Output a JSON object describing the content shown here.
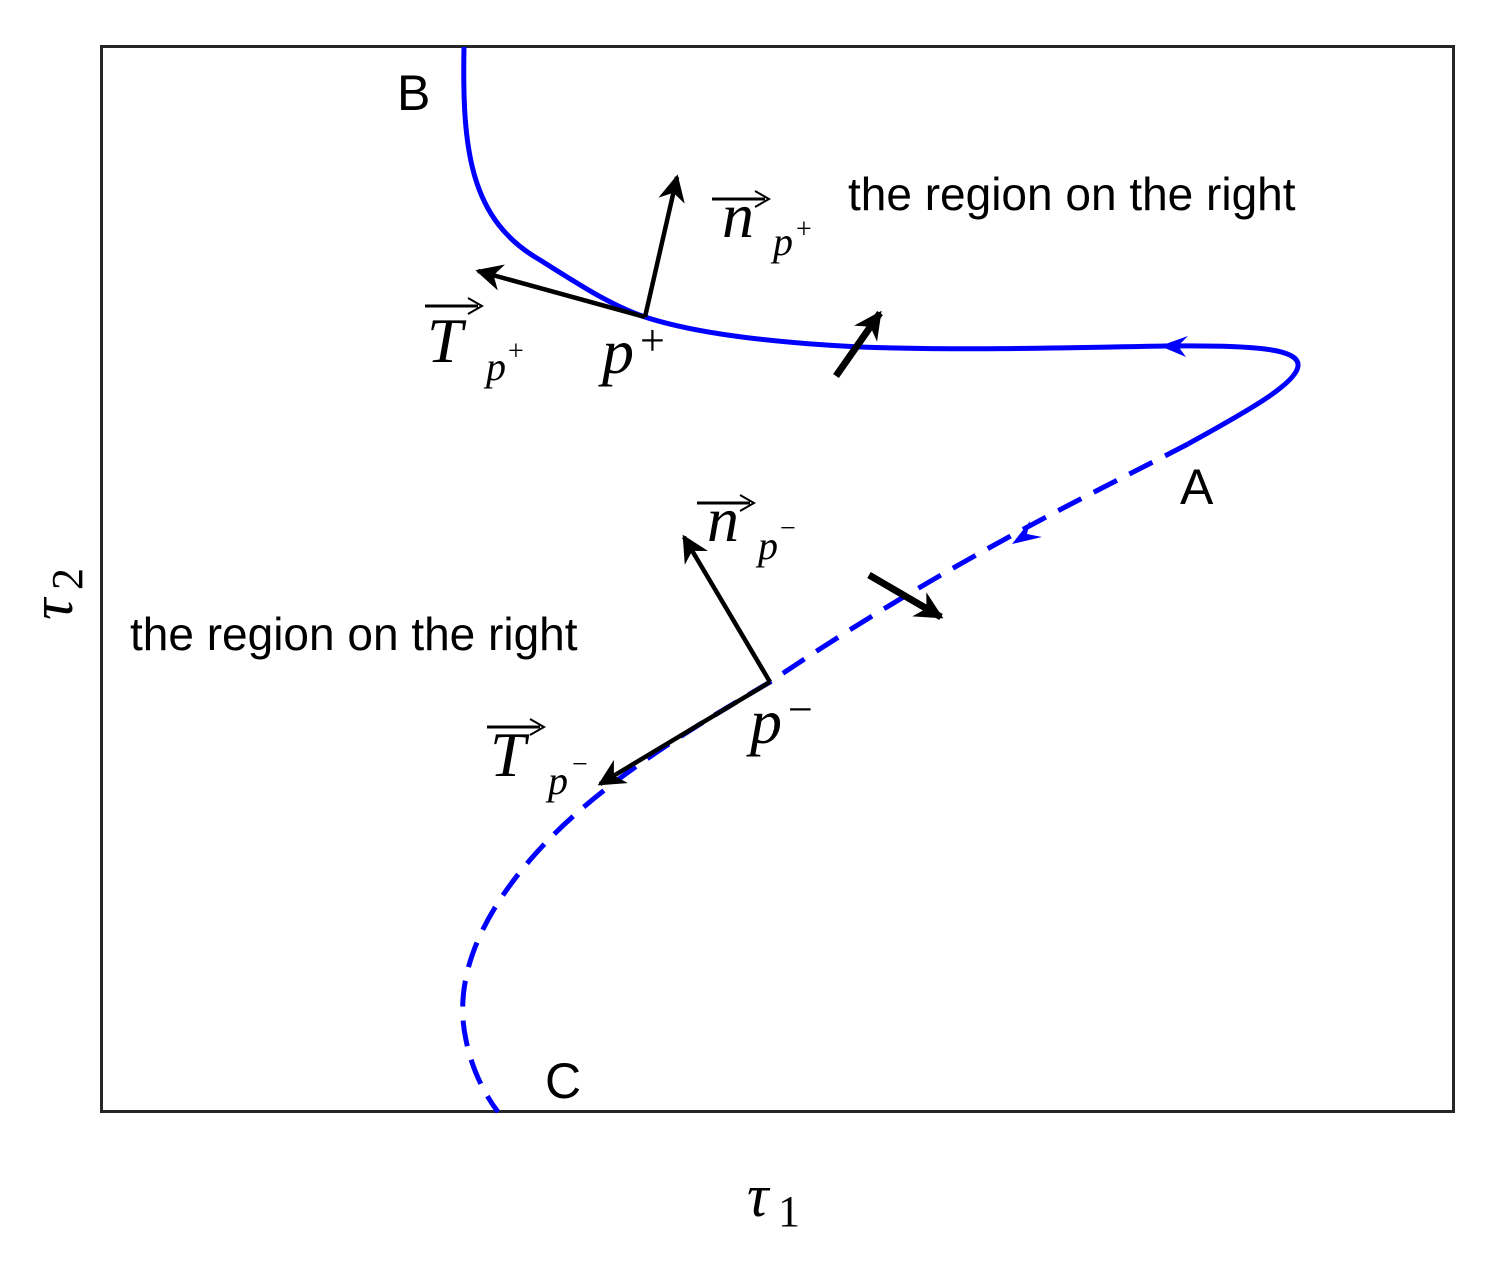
{
  "figure": {
    "background": "#ffffff",
    "frame_color": "#262626",
    "curve_color": "#0000ff",
    "arrow_color": "#000000"
  },
  "axes": {
    "xlabel": {
      "symbol": "τ",
      "subscript": "1"
    },
    "ylabel": {
      "symbol": "τ",
      "subscript": "2"
    },
    "ticks": "none"
  },
  "points": {
    "A": "A",
    "B": "B",
    "C": "C"
  },
  "upper_branch": {
    "style": "solid",
    "endpoint_labels": [
      "B",
      "A"
    ],
    "point_label": {
      "base": "p",
      "sup": "+"
    },
    "tangent_label": {
      "base": "T",
      "sub": "p",
      "subsup": "+"
    },
    "normal_label": {
      "base": "n",
      "sub": "p",
      "subsup": "+"
    },
    "region_text": "the region on the right"
  },
  "lower_branch": {
    "style": "dashed",
    "endpoint_labels": [
      "A",
      "C"
    ],
    "point_label": {
      "base": "p",
      "sup": "−"
    },
    "tangent_label": {
      "base": "T",
      "sub": "p",
      "subsup": "−"
    },
    "normal_label": {
      "base": "n",
      "sub": "p",
      "subsup": "−"
    },
    "region_text": "the region on the right"
  }
}
